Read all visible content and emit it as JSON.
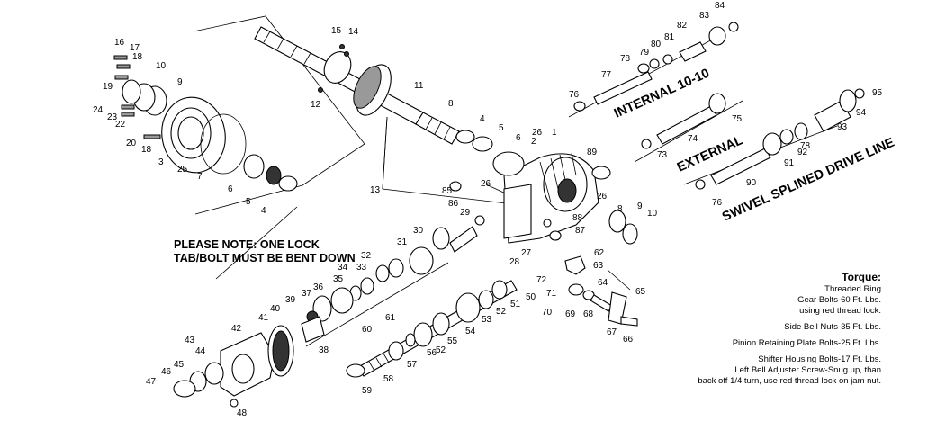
{
  "note": {
    "line1": "PLEASE NOTE: ONE LOCK",
    "line2": "TAB/BOLT MUST BE BENT DOWN"
  },
  "torque": {
    "title": "Torque:",
    "lines": [
      "Threaded Ring",
      "Gear Bolts-60 Ft. Lbs.",
      "using red thread lock.",
      "",
      "Side Bell Nuts-35 Ft. Lbs.",
      "",
      "Pinion Retaining Plate Bolts-25 Ft. Lbs.",
      "",
      "Shifter Housing Bolts-17 Ft. Lbs.",
      "Left Bell Adjuster Screw-Snug up, than",
      "back off 1/4 turn, use red thread lock on jam nut."
    ]
  },
  "variants": {
    "internal": "INTERNAL 10-10",
    "external": "EXTERNAL",
    "swivel": "SWIVEL SPLINED DRIVE LINE"
  },
  "part_numbers": [
    "1",
    "2",
    "3",
    "4",
    "4",
    "5",
    "5",
    "6",
    "6",
    "7",
    "8",
    "8",
    "9",
    "9",
    "10",
    "10",
    "11",
    "12",
    "13",
    "14",
    "15",
    "16",
    "17",
    "18",
    "18",
    "19",
    "20",
    "22",
    "23",
    "24",
    "25",
    "26",
    "26",
    "26",
    "27",
    "28",
    "29",
    "30",
    "31",
    "32",
    "33",
    "34",
    "35",
    "36",
    "37",
    "38",
    "39",
    "40",
    "41",
    "42",
    "43",
    "44",
    "45",
    "46",
    "47",
    "48",
    "50",
    "51",
    "52",
    "52",
    "53",
    "54",
    "55",
    "56",
    "57",
    "58",
    "59",
    "60",
    "61",
    "62",
    "63",
    "64",
    "65",
    "66",
    "67",
    "68",
    "69",
    "70",
    "71",
    "72",
    "73",
    "74",
    "75",
    "76",
    "76",
    "77",
    "78",
    "78",
    "79",
    "80",
    "81",
    "82",
    "83",
    "84",
    "85",
    "86",
    "87",
    "88",
    "89",
    "90",
    "91",
    "92",
    "93",
    "94",
    "95"
  ],
  "colors": {
    "ink": "#000000",
    "paper": "#ffffff",
    "fill": "#999999"
  }
}
